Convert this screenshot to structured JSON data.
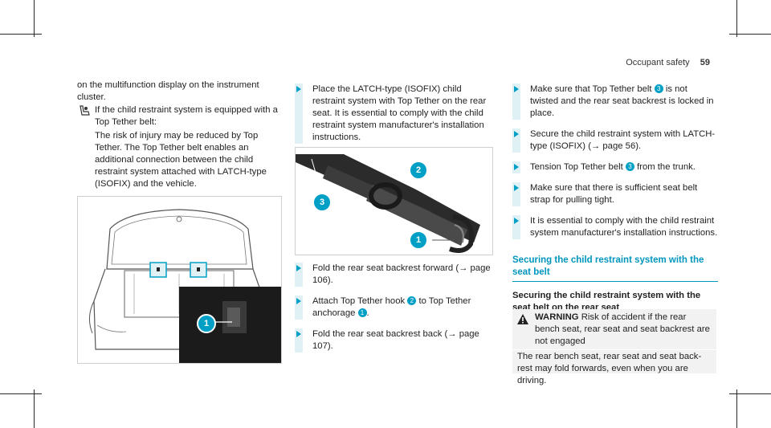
{
  "header": {
    "section": "Occupant safety",
    "page_number": "59"
  },
  "colors": {
    "accent": "#00a0c6",
    "bullet_bar": "#dff1f5",
    "heading": "#0096bd"
  },
  "left": {
    "intro": "on the multifunction display on the instrument cluster.",
    "note_icon": "child-seat-icon",
    "note_line1": "If the child restraint system is equipped with a Top Tether belt:",
    "note_line2": "The risk of injury may be reduced by Top Tether. The Top Tether belt enables an additional connection between the child restraint system attached with LATCH-type (ISOFIX) and the vehicle.",
    "figure_callout": "1"
  },
  "middle": {
    "step1": "Place the LATCH-type (ISOFIX) child restraint system with Top Tether on the rear seat. It is essential to comply with the child restraint system manufacturer's installation instructions.",
    "figure_callouts": [
      "2",
      "3",
      "1"
    ],
    "step2": "Fold the rear seat backrest forward (→ page 106).",
    "step3_a": "Attach Top Tether hook",
    "step3_n1": "2",
    "step3_b": "to Top Tether anchorage",
    "step3_n2": "1",
    "step3_c": ".",
    "step4": "Fold the rear seat backrest back (→ page 107)."
  },
  "right": {
    "step1_a": "Make sure that Top Tether belt",
    "step1_n": "3",
    "step1_b": "is not twisted and the rear seat backrest is locked in place.",
    "step2": "Secure the child restraint system with LATCH-type (ISOFIX) (→ page 56).",
    "step3_a": "Tension Top Tether belt",
    "step3_n": "3",
    "step3_b": "from the trunk.",
    "step4": "Make sure that there is sufficient seat belt strap for pulling tight.",
    "step5": "It is essential to comply with the child restraint system manufacturer's installation instructions.",
    "section_heading": "Securing the child restraint system with the seat belt",
    "sub_heading": "Securing the child restraint system with the seat belt on the rear seat",
    "warning_label": "WARNING",
    "warning_text": "Risk of accident if the rear bench seat, rear seat and seat backrest are not engaged",
    "warning_body": "The rear bench seat, rear seat and seat back-rest may fold forwards, even when you are driving."
  }
}
